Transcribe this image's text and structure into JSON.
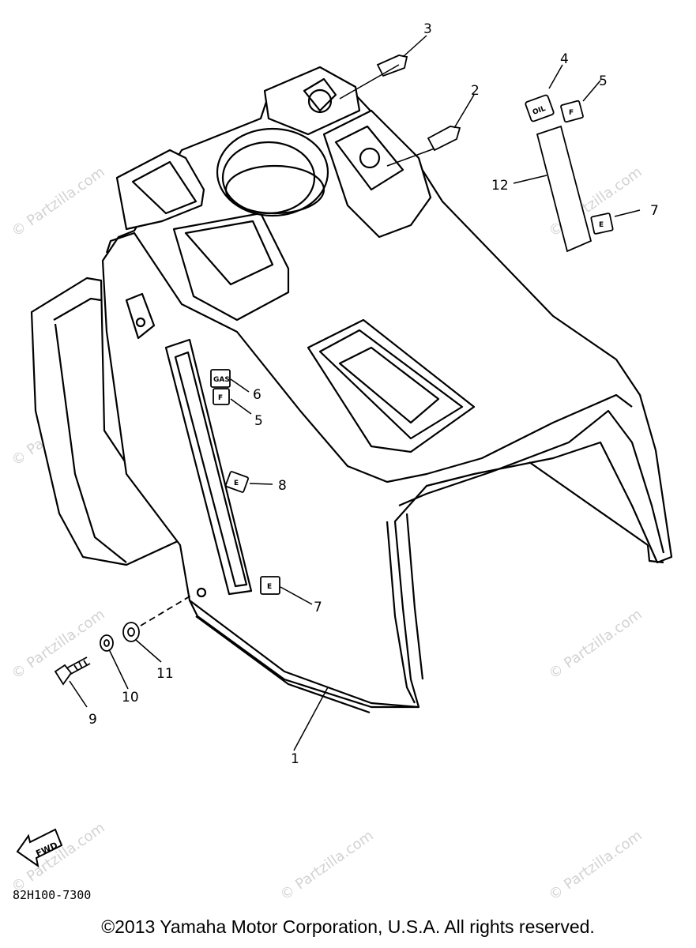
{
  "diagram": {
    "callouts": {
      "c1": "1",
      "c2": "2",
      "c3": "3",
      "c4": "4",
      "c5a": "5",
      "c5b": "5",
      "c6": "6",
      "c7a": "7",
      "c7b": "7",
      "c8": "8",
      "c9": "9",
      "c10": "10",
      "c11": "11",
      "c12": "12"
    },
    "decals": {
      "oil": "OIL",
      "fuel_f": "F",
      "empty_e": "E",
      "gas": "GAS",
      "gas_f": "F",
      "fuel_e": "E",
      "gauge_e": "E"
    },
    "fwd_label": "FWD",
    "part_code": "82H100-7300",
    "watermark": "© Partzilla.com"
  },
  "footer": {
    "copyright": "©2013  Yamaha Motor Corporation, U.S.A. All rights reserved."
  }
}
